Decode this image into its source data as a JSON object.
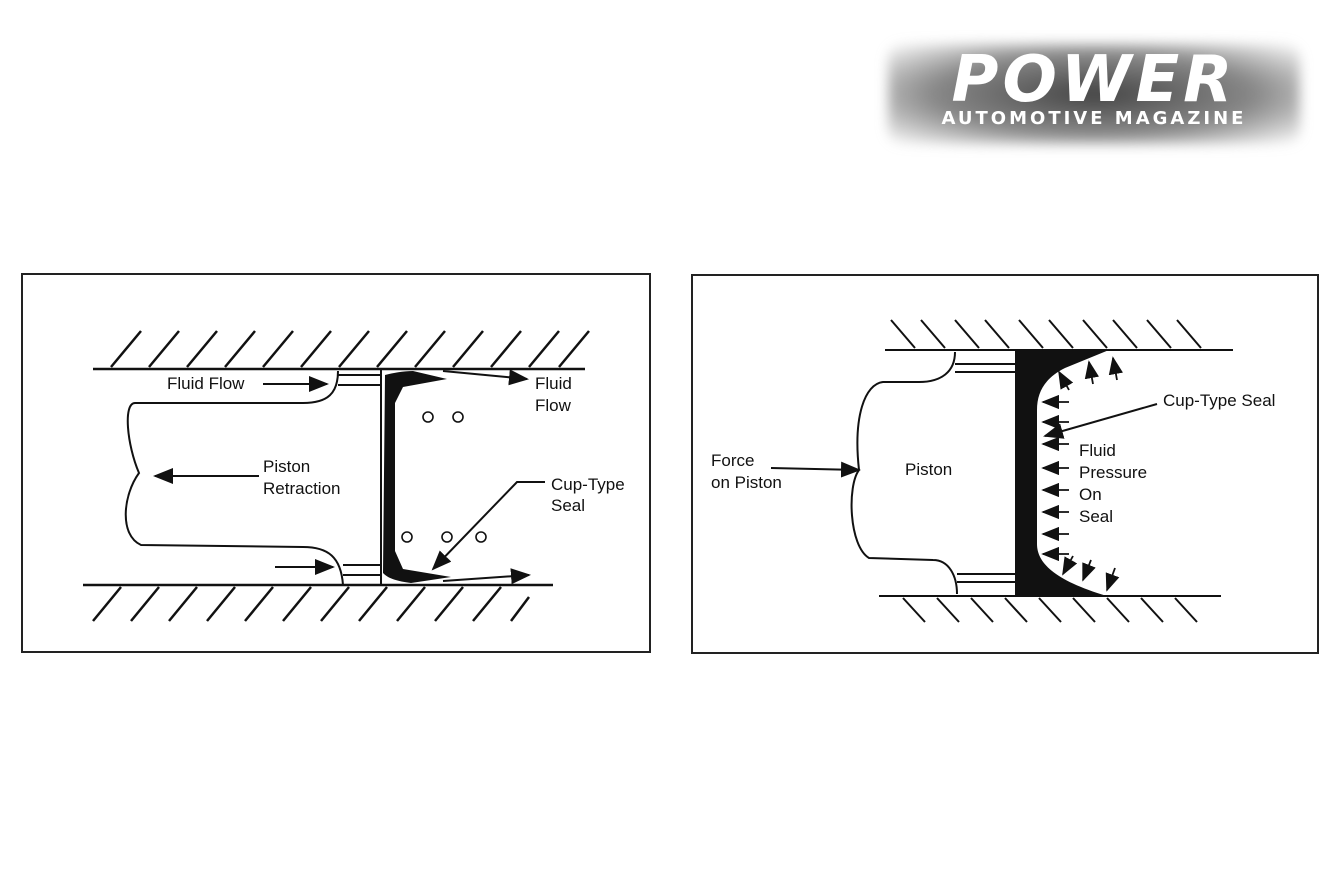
{
  "logo": {
    "title": "POWER",
    "subtitle": "AUTOMOTIVE MAGAZINE"
  },
  "left_diagram": {
    "label_fluid_flow_left": "Fluid Flow",
    "label_fluid_flow_right_1": "Fluid",
    "label_fluid_flow_right_2": "Flow",
    "label_piston_1": "Piston",
    "label_piston_2": "Retraction",
    "label_seal_1": "Cup-Type",
    "label_seal_2": "Seal"
  },
  "right_diagram": {
    "label_force_1": "Force",
    "label_force_2": "on Piston",
    "label_piston": "Piston",
    "label_seal": "Cup-Type Seal",
    "label_pressure_1": "Fluid",
    "label_pressure_2": "Pressure",
    "label_pressure_3": "On",
    "label_pressure_4": "Seal"
  }
}
